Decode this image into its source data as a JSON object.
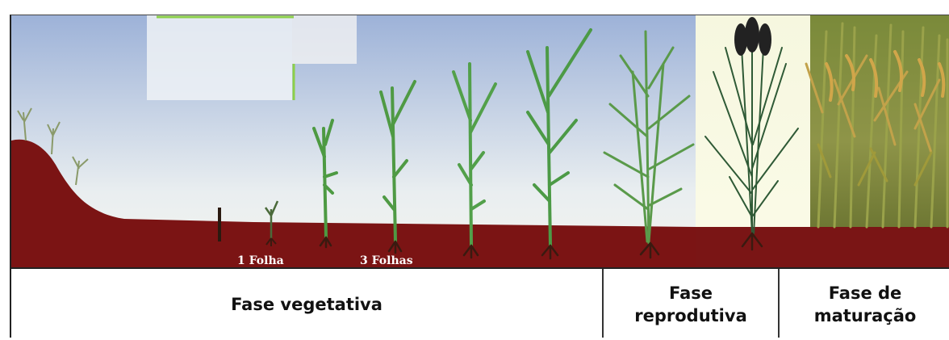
{
  "stage_labels": {
    "one_leaf": "1 Folha",
    "three_leaves": "3 Folhas"
  },
  "phases": {
    "vegetative": "Fase vegetativa",
    "reproductive_line1": "Fase",
    "reproductive_line2": "reprodutiva",
    "maturation_line1": "Fase de",
    "maturation_line2": "maturação"
  },
  "colors": {
    "soil": "#7b1212",
    "sky_top": "#9fb3d6",
    "sky_bottom": "#f2f4f2",
    "plant_green": "#3e8a3a",
    "panicle_dark": "#2a2a2a",
    "mature_straw": "#b48a3a"
  }
}
